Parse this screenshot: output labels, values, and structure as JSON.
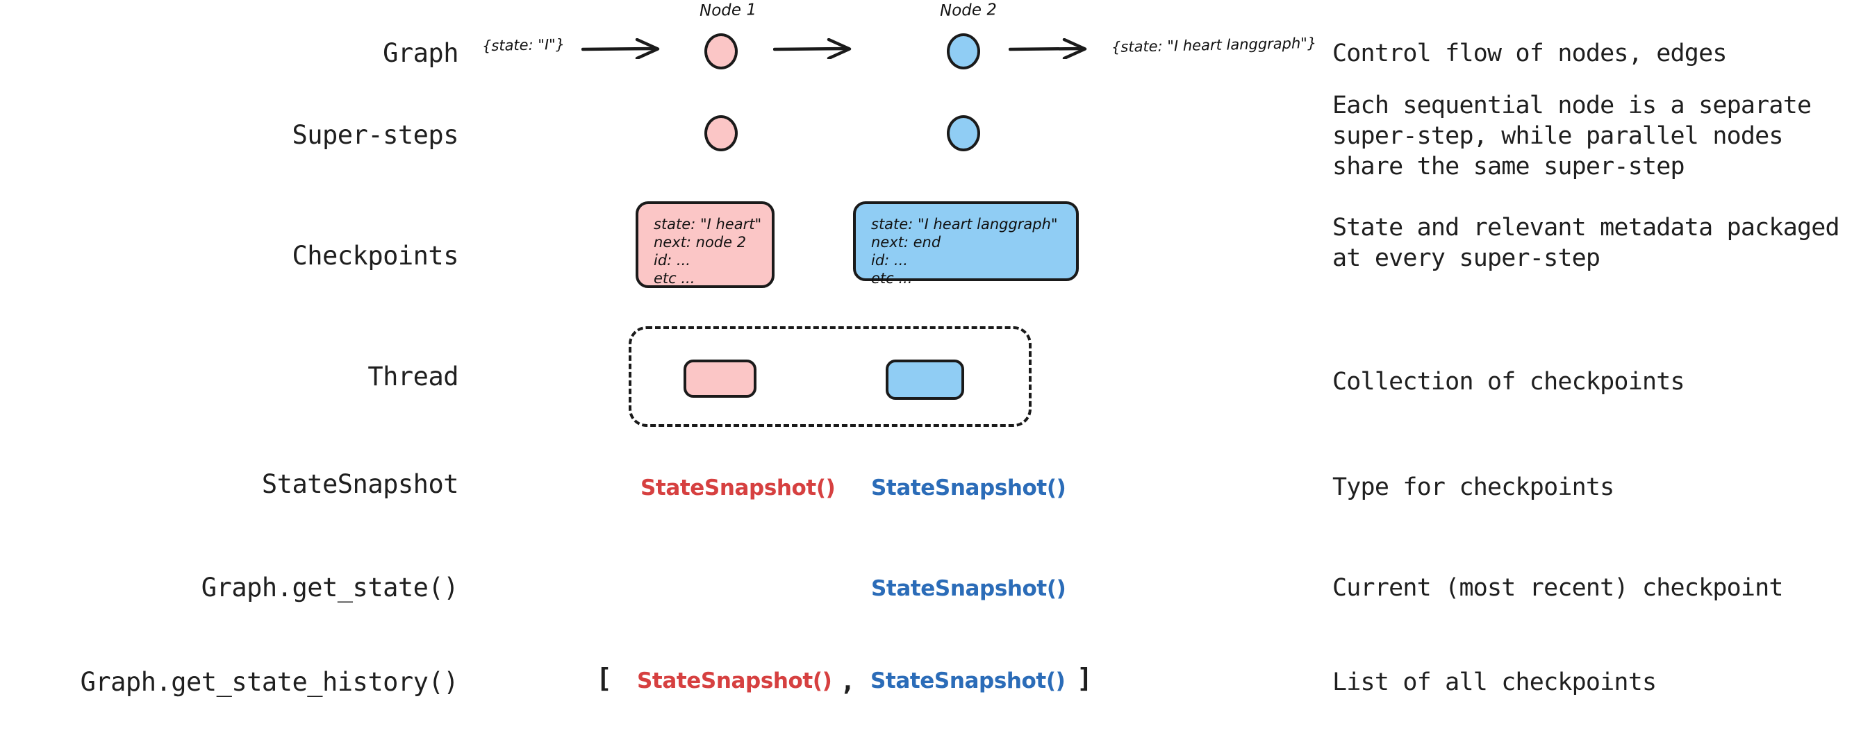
{
  "rows": [
    {
      "label": "Graph",
      "description": [
        "Control flow of nodes, edges"
      ]
    },
    {
      "label": "Super-steps",
      "description": [
        "Each sequential node is a separate",
        "super-step, while parallel nodes",
        "share the same super-step"
      ]
    },
    {
      "label": "Checkpoints",
      "description": [
        "State and relevant metadata packaged",
        "at every super-step"
      ]
    },
    {
      "label": "Thread",
      "description": [
        "Collection of checkpoints"
      ]
    },
    {
      "label": "StateSnapshot",
      "description": [
        "Type for checkpoints"
      ]
    },
    {
      "label": "Graph.get_state()",
      "description": [
        "Current (most recent) checkpoint"
      ]
    },
    {
      "label": "Graph.get_state_history()",
      "description": [
        "List of all checkpoints"
      ]
    }
  ],
  "graph_row": {
    "input_state": "{state: \"I\"}",
    "output_state": "{state: \"I heart langgraph\"}",
    "node1_label": "Node 1",
    "node2_label": "Node 2"
  },
  "checkpoints": {
    "node1": {
      "state": "state: \"I heart\"",
      "next": "next: node 2",
      "id": "id: ...",
      "etc": "etc ..."
    },
    "node2": {
      "state": "state: \"I heart langgraph\"",
      "next": "next: end",
      "id": "id: ...",
      "etc": "etc ..."
    }
  },
  "snapshots": {
    "type_label": "StateSnapshot()",
    "open_bracket": "[",
    "comma": ",",
    "close_bracket": "]"
  },
  "colors": {
    "node1_fill": "#FBC6C6",
    "node2_fill": "#90CDF4",
    "snapshot_red": "#D64040",
    "snapshot_blue": "#2B6CB8",
    "stroke": "#1A1A1A"
  }
}
